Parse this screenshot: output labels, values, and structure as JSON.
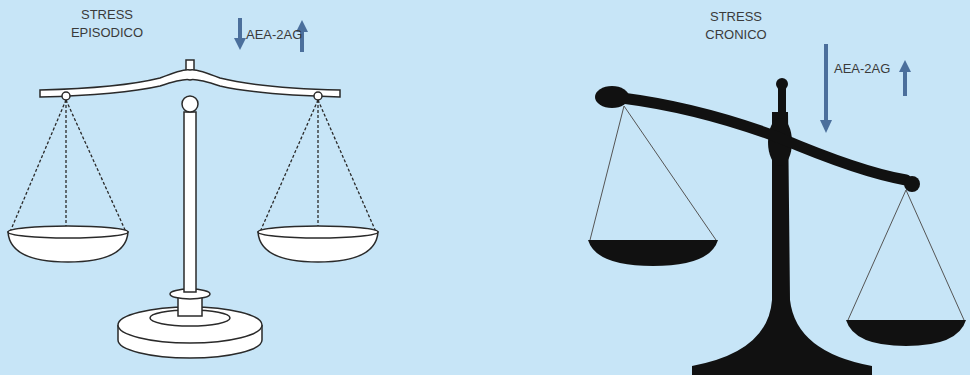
{
  "diagram": {
    "labels": [
      "STRESS EPISODICO",
      "AEA-2AG",
      "STRESS CRONICO",
      "AEA-2AG"
    ]
  }
}
